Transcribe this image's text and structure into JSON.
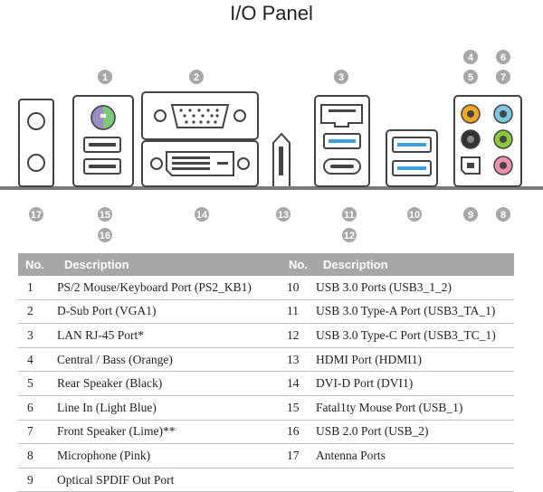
{
  "title": "I/O Panel",
  "callouts_top": [
    "1",
    "2",
    "3",
    "4",
    "5",
    "6",
    "7"
  ],
  "callouts_bottom": [
    "17",
    "15",
    "16",
    "14",
    "13",
    "11",
    "12",
    "10",
    "9",
    "8"
  ],
  "table": {
    "headers": {
      "no": "No.",
      "desc": "Description",
      "no2": "No.",
      "desc2": "Description"
    },
    "rows": [
      {
        "no": "1",
        "desc": "PS/2 Mouse/Keyboard Port (PS2_KB1)",
        "no2": "10",
        "desc2": "USB 3.0 Ports (USB3_1_2)"
      },
      {
        "no": "2",
        "desc": "D-Sub Port (VGA1)",
        "no2": "11",
        "desc2": "USB 3.0 Type-A Port (USB3_TA_1)"
      },
      {
        "no": "3",
        "desc": "LAN RJ-45 Port*",
        "no2": "12",
        "desc2": "USB 3.0 Type-C Port (USB3_TC_1)"
      },
      {
        "no": "4",
        "desc": "Central / Bass (Orange)",
        "no2": "13",
        "desc2": "HDMI Port (HDMI1)"
      },
      {
        "no": "5",
        "desc": "Rear Speaker (Black)",
        "no2": "14",
        "desc2": "DVI-D Port (DVI1)"
      },
      {
        "no": "6",
        "desc": "Line In (Light Blue)",
        "no2": "15",
        "desc2": "Fatal1ty Mouse Port (USB_1)"
      },
      {
        "no": "7",
        "desc": "Front Speaker (Lime)**",
        "no2": "16",
        "desc2": "USB 2.0 Port (USB_2)"
      },
      {
        "no": "8",
        "desc": "Microphone (Pink)",
        "no2": "17",
        "desc2": "Antenna Ports"
      },
      {
        "no": "9",
        "desc": "Optical SPDIF Out Port",
        "no2": "",
        "desc2": ""
      }
    ]
  },
  "colors": {
    "callout": "#a7a7a9",
    "header": "#a7a7a9",
    "usb3_blue": "#3f9fd8",
    "jack_orange": "#f5a623",
    "jack_black": "#333333",
    "jack_lightblue": "#7ec8e3",
    "jack_lime": "#8dc63f",
    "jack_pink": "#f18fb0",
    "ps2_purple": "#9b8fc2",
    "ps2_green": "#7fc97f"
  }
}
